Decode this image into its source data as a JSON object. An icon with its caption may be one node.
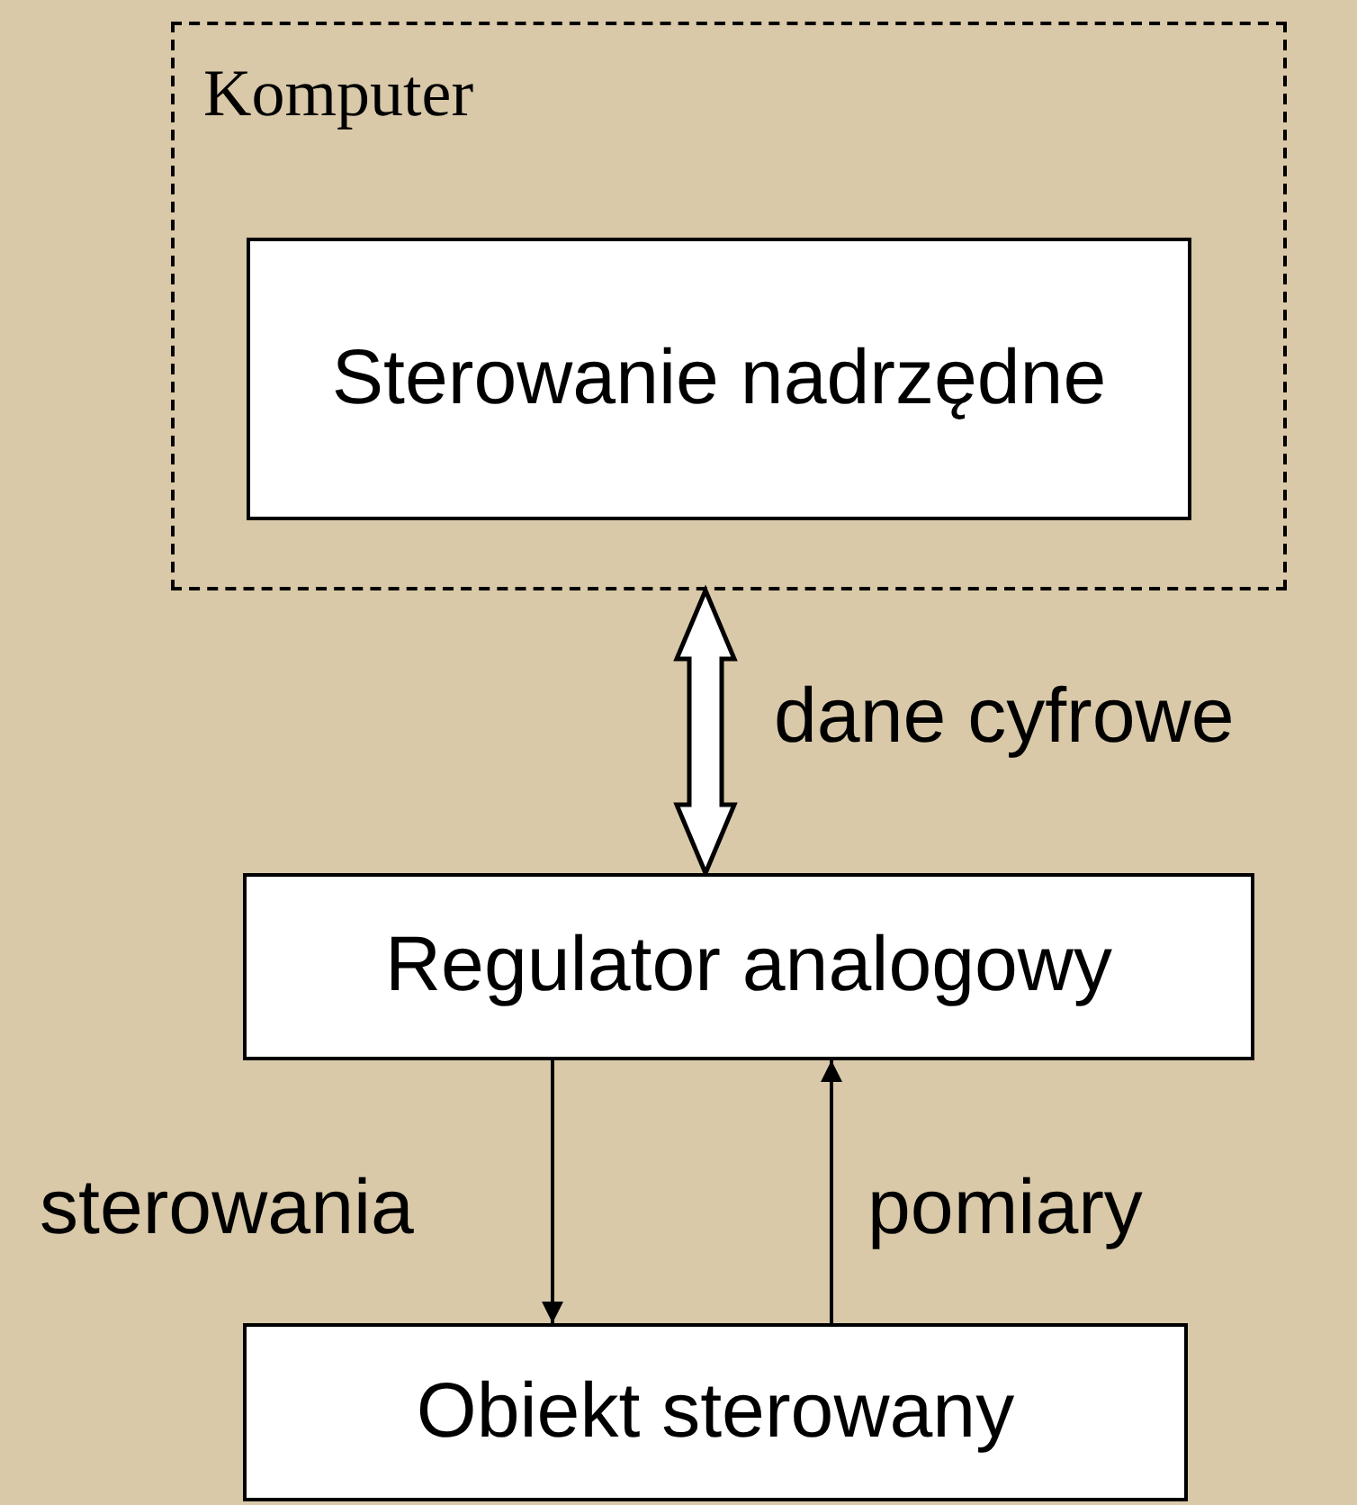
{
  "diagram": {
    "nodes": [
      {
        "text": [
          "Komputer"
        ]
      },
      {
        "text": [
          "Sterowanie nadrzędne"
        ],
        "in": 0
      },
      {
        "text": [
          "Regulator analogowy"
        ]
      },
      {
        "text": [
          "Obiekt sterowany"
        ]
      }
    ],
    "edges": [
      {
        "from": 0,
        "to": 2,
        "arrow": "both",
        "label": "dane cyfrowe",
        "style": "thick"
      },
      {
        "from": 2,
        "to": 3,
        "arrow": "to",
        "label": "sterowania"
      },
      {
        "from": 3,
        "to": 2,
        "arrow": "to",
        "label": "pomiary"
      }
    ]
  }
}
